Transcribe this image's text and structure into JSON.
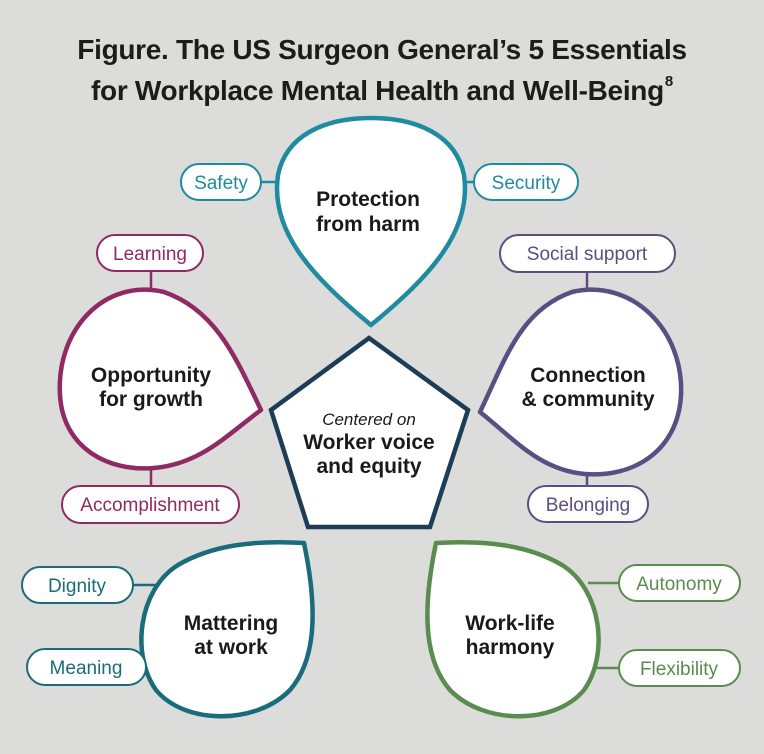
{
  "title": {
    "line1": "Figure. The US Surgeon General’s 5 Essentials",
    "line2": "for Workplace Mental Health and Well-Being",
    "superscript": "8"
  },
  "center": {
    "line1": "Centered on",
    "line2": "Worker voice",
    "line3": "and equity",
    "color": "#1c3d55"
  },
  "essentials": [
    {
      "id": "protection",
      "color": "#1f8aa0",
      "label_line1": "Protection",
      "label_line2": "from harm",
      "pills": [
        "Safety",
        "Security"
      ]
    },
    {
      "id": "connection",
      "color": "#5c4e82",
      "label_line1": "Connection",
      "label_line2": "& community",
      "pills": [
        "Social support",
        "Belonging"
      ]
    },
    {
      "id": "worklife",
      "color": "#5a8c4f",
      "label_line1": "Work-life",
      "label_line2": "harmony",
      "pills": [
        "Autonomy",
        "Flexibility"
      ]
    },
    {
      "id": "mattering",
      "color": "#1a6b7c",
      "label_line1": "Mattering",
      "label_line2": "at work",
      "pills": [
        "Dignity",
        "Meaning"
      ]
    },
    {
      "id": "opportunity",
      "color": "#8f2a63",
      "label_line1": "Opportunity",
      "label_line2": "for growth",
      "pills": [
        "Learning",
        "Accomplishment"
      ]
    }
  ]
}
